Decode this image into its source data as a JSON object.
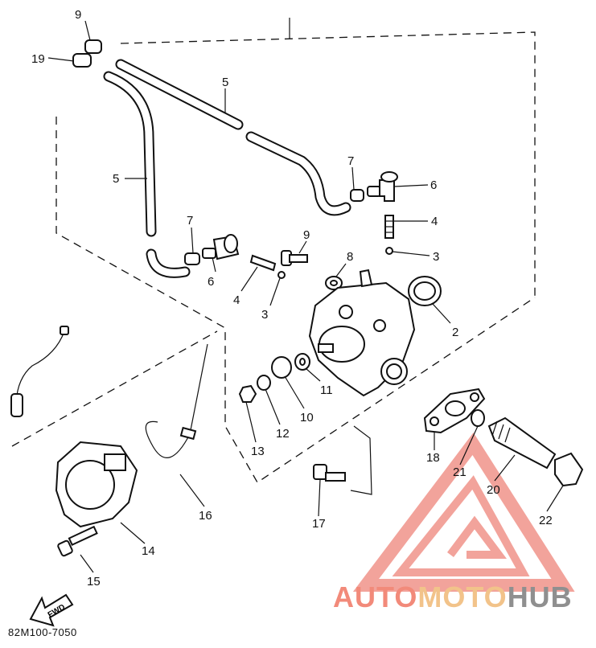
{
  "diagram": {
    "drawing_code": "82M100-7050",
    "fwd_label": "FWD",
    "callouts": [
      "9",
      "19",
      "5",
      "5",
      "7",
      "6",
      "4",
      "3",
      "7",
      "9",
      "8",
      "6",
      "4",
      "3",
      "2",
      "11",
      "10",
      "12",
      "13",
      "18",
      "21",
      "20",
      "22",
      "16",
      "14",
      "15",
      "17"
    ]
  },
  "watermark": {
    "auto": "AUTO",
    "moto": "MOTO",
    "hub": "HUB",
    "color_primary": "#f28a7a",
    "color_secondary": "#f2c38a",
    "color_hub": "#8f8f8f"
  }
}
